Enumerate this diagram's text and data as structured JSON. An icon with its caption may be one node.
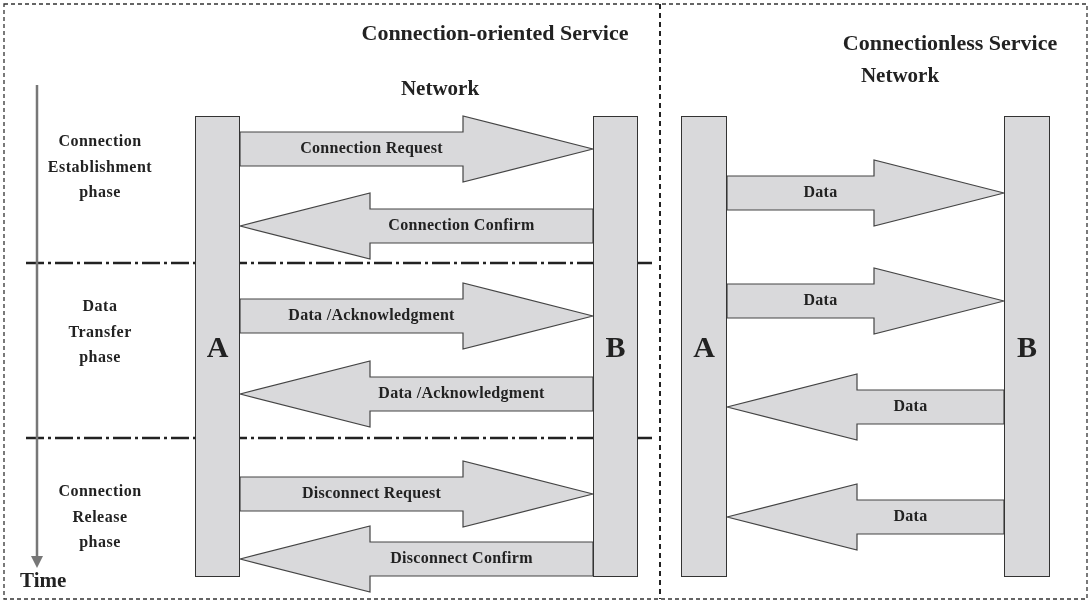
{
  "diagram": {
    "nodes": [
      {
        "text": [
          "A"
        ]
      },
      {
        "text": [
          "B"
        ]
      },
      {
        "text": [
          "A"
        ]
      },
      {
        "text": [
          "B"
        ]
      }
    ],
    "edges": [
      {
        "from": 0,
        "to": 1,
        "arrow": "to",
        "label": "Connection Request"
      },
      {
        "from": 1,
        "to": 0,
        "arrow": "to",
        "label": "Connection Confirm"
      },
      {
        "from": 0,
        "to": 1,
        "arrow": "to",
        "label": "Data /Acknowledgment"
      },
      {
        "from": 1,
        "to": 0,
        "arrow": "to",
        "label": "Data /Acknowledgment"
      },
      {
        "from": 0,
        "to": 1,
        "arrow": "to",
        "label": "Disconnect Request"
      },
      {
        "from": 1,
        "to": 0,
        "arrow": "to",
        "label": "Disconnect Confirm"
      },
      {
        "from": 2,
        "to": 3,
        "arrow": "to",
        "label": "Data"
      },
      {
        "from": 2,
        "to": 3,
        "arrow": "to",
        "label": "Data"
      },
      {
        "from": 3,
        "to": 2,
        "arrow": "to",
        "label": "Data"
      },
      {
        "from": 3,
        "to": 2,
        "arrow": "to",
        "label": "Data"
      }
    ],
    "labels": [
      "Connection-oriented Service",
      "Connectionless Service",
      "Network",
      "Network",
      "Connection Establishment phase",
      "Data Transfer phase",
      "Connection Release phase",
      "Time"
    ]
  }
}
